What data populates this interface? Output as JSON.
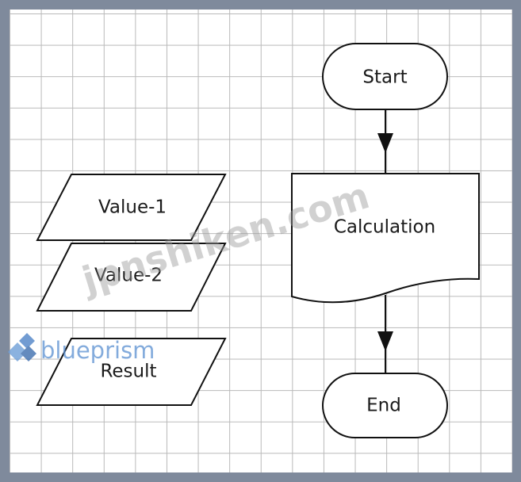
{
  "diagram": {
    "flow": {
      "start": "Start",
      "process": "Calculation",
      "end": "End"
    },
    "data_items": [
      "Value-1",
      "Value-2",
      "Result"
    ]
  },
  "watermarks": {
    "site": "jpnshiken.com",
    "brand": "blueprism"
  },
  "colors": {
    "frame": "#7f8a9c",
    "grid": "#b9b9b9",
    "stroke": "#111111",
    "brand": "#5a8fd0"
  }
}
